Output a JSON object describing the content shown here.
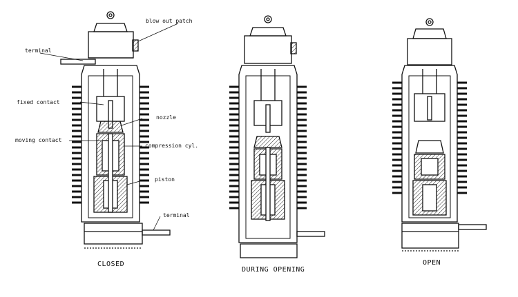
{
  "labels": {
    "blow_out_patch": "blow out patch",
    "terminal_top": "terminal",
    "fixed_contact": "fixed contact",
    "nozzle": "nozzle",
    "moving_contact": "moving contact",
    "compression_cyl": "compression cyl.",
    "piston": "piston",
    "terminal_bottom": "terminal"
  },
  "captions": {
    "closed": "CLOSED",
    "during_opening": "DURING OPENING",
    "open": "OPEN"
  }
}
